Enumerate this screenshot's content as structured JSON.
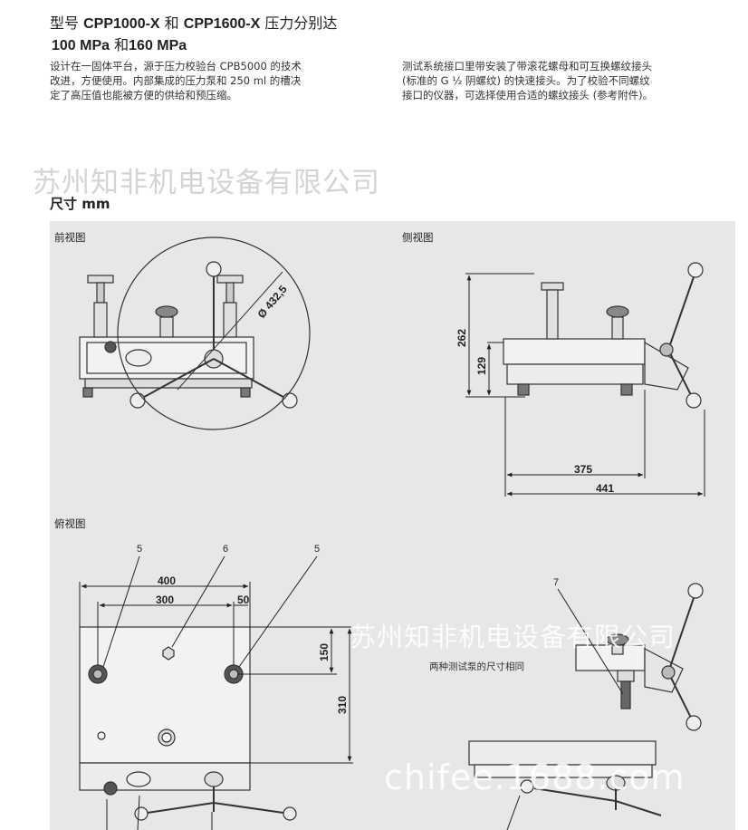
{
  "title": {
    "line1_prefix": "型号 ",
    "model1": "CPP1000-X",
    "and1": " 和 ",
    "model2": "CPP1600-X",
    "line1_suffix": " 压力分别达",
    "pressure1": "100 MPa",
    "and2": " 和",
    "pressure2": "160 MPa"
  },
  "paragraphs": {
    "left": [
      "设计在一固体平台，源于压力校验台 CPB5000 的技术",
      "改进，方便使用。内部集成的压力泵和 250 ml 的槽决",
      "定了高压值也能被方便的供给和预压缩。"
    ],
    "right": [
      "测试系统接口里带安装了带滚花螺母和可互换螺纹接头",
      "(标准的 G ½ 阴螺纹) 的快速接头。为了校验不同螺纹",
      "接口的仪器，可选择使用合适的螺纹接头 (参考附件)。"
    ]
  },
  "watermarks": {
    "company": "苏州知非机电设备有限公司",
    "site": "chifee.1688.com"
  },
  "dimensions_title": "尺寸 mm",
  "views": {
    "front": "前视图",
    "side": "侧视图",
    "top": "俯视图"
  },
  "dimensions": {
    "diameter": "Ø 432,5",
    "height_total": "262",
    "height_body": "129",
    "depth_base": "375",
    "depth_total": "441",
    "width_total": "400",
    "width_spacing": "300",
    "offset": "50",
    "depth_partial": "150",
    "depth_full": "310"
  },
  "callouts": {
    "c5a": "5",
    "c6": "6",
    "c5b": "5",
    "c7": "7"
  },
  "note": "两种测试泵的尺寸相同"
}
